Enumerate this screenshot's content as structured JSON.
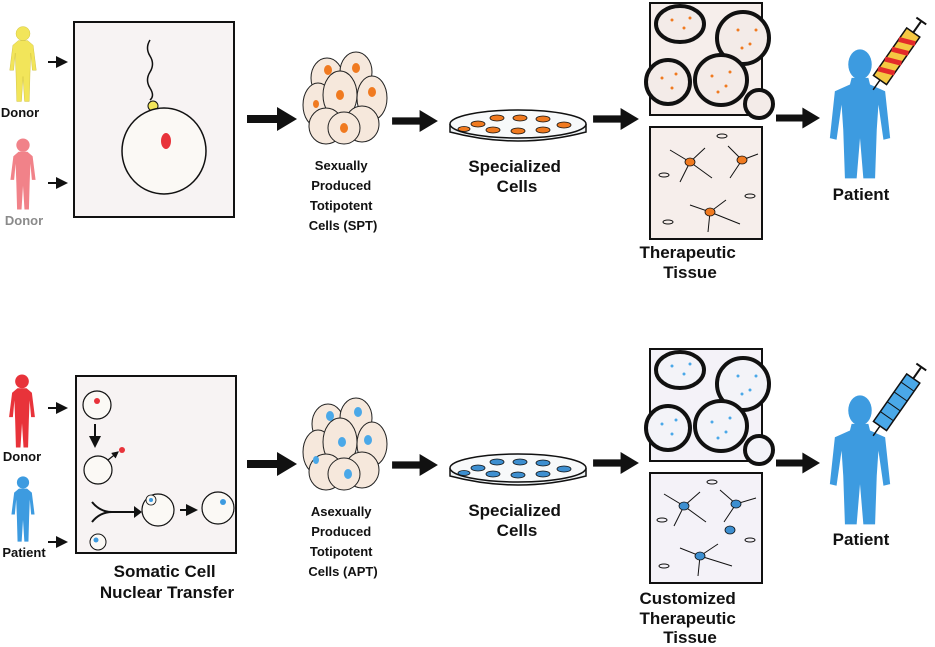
{
  "colors": {
    "yellow_person": "#f2e55a",
    "red_person": "#e8333a",
    "pink_person": "#ef6d75",
    "blue_person": "#3d9be0",
    "orange_nucleus": "#f07a20",
    "blue_nucleus": "#4aa8e8",
    "syringe_red": "#e32a2a",
    "syringe_gold": "#f5c842"
  },
  "top": {
    "donor1_label": "Donor",
    "donor2_label": "Donor",
    "embryo_label": [
      "Sexually",
      "Produced",
      "Totipotent",
      "Cells (SPT)"
    ],
    "dish_label": [
      "Specialized",
      "Cells"
    ],
    "tissue_label": [
      "Therapeutic",
      "Tissue"
    ],
    "patient_label": "Patient"
  },
  "bottom": {
    "donor_label": "Donor",
    "patient_in_label": "Patient",
    "scnt_label": [
      "Somatic Cell",
      "Nuclear Transfer"
    ],
    "embryo_label": [
      "Asexually",
      "Produced",
      "Totipotent",
      "Cells (APT)"
    ],
    "dish_label": [
      "Specialized",
      "Cells"
    ],
    "tissue_label": [
      "Customized",
      "Therapeutic",
      "Tissue"
    ],
    "patient_label": "Patient"
  }
}
